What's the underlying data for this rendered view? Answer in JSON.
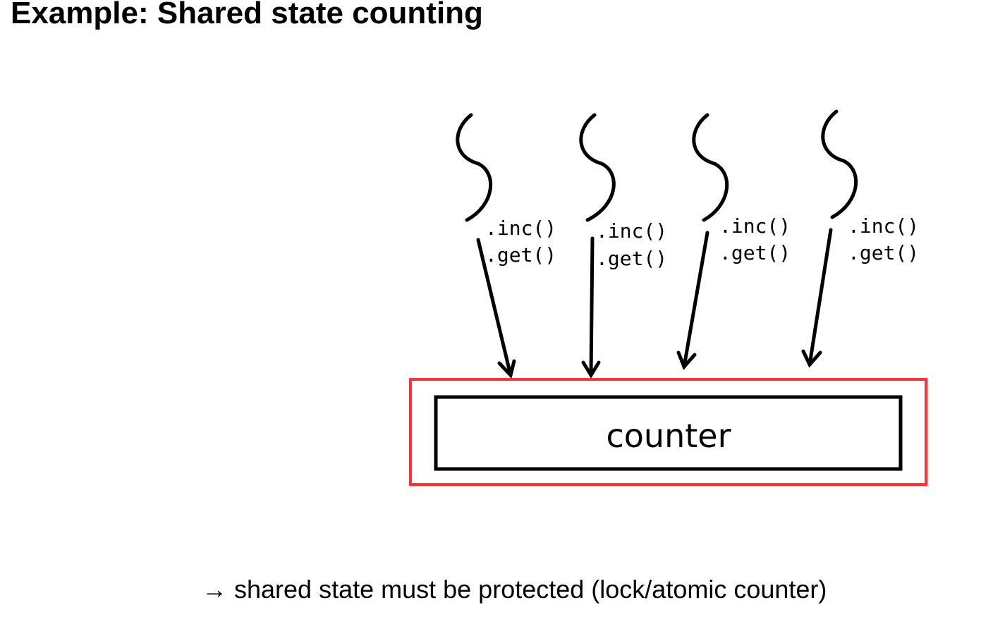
{
  "title": "Example: Shared state counting",
  "threads": [
    {
      "call1": ".inc()",
      "call2": ".get()"
    },
    {
      "call1": ".inc()",
      "call2": ".get()"
    },
    {
      "call1": ".inc()",
      "call2": ".get()"
    },
    {
      "call1": ".inc()",
      "call2": ".get()"
    }
  ],
  "counter_label": "counter",
  "note": "→ shared state must be protected (lock/atomic counter)",
  "colors": {
    "protection_border": "#ff3333",
    "ink": "#000000"
  }
}
